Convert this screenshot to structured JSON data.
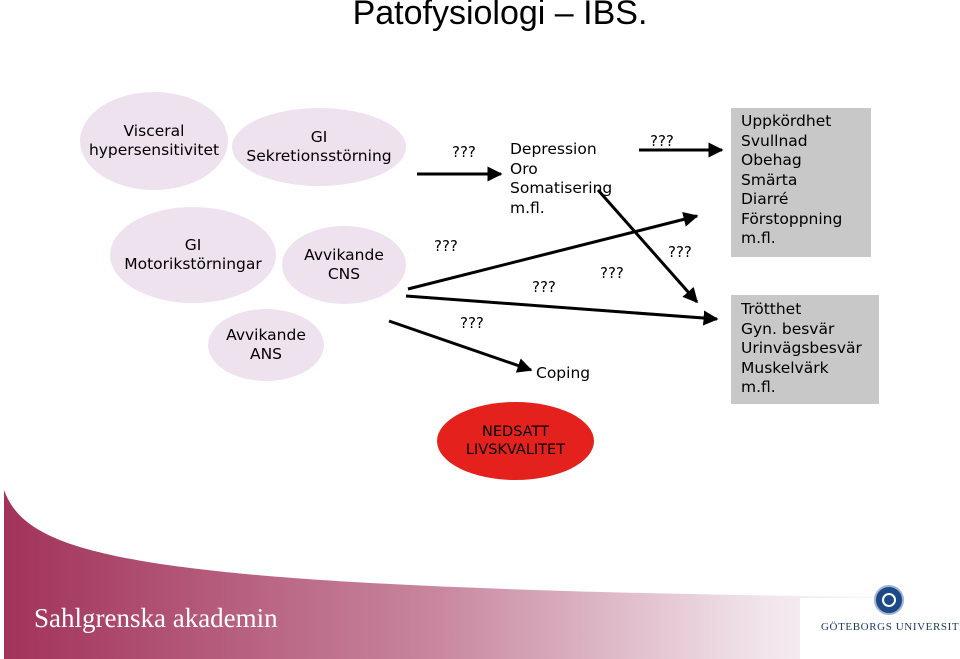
{
  "title": "Patofysiologi – IBS.",
  "factors": {
    "visceral": "Visceral\nhypersensitivitet",
    "gi_secretion": "GI\nSekretionsstörning",
    "gi_motor": "GI\nMotorikstörningar",
    "cns": "Avvikande\nCNS",
    "ans": "Avvikande\nANS"
  },
  "unknown_marks": [
    "???",
    "???",
    "???",
    "???",
    "???",
    "???",
    "???"
  ],
  "psych_text": "Depression\nOro\nSomatisering\nm.fl.",
  "coping_label": "Coping",
  "gi_symptoms": [
    "Uppkördhet",
    "Svullnad",
    "Obehag",
    "Smärta",
    "Diarré",
    "Förstoppning",
    "m.fl."
  ],
  "extra_symptoms": [
    "Trötthet",
    "Gyn. besvär",
    "Urinvägsbesvär",
    "Muskelvärk",
    "m.fl."
  ],
  "outcome": "NEDSATT\nLIVSKVALITET",
  "footer": {
    "brand": "Sahlgrenska akademin",
    "university": "GÖTEBORGS UNIVERSITET"
  },
  "colors": {
    "ellipse_fill": "#efe2ef",
    "box_fill": "#c8c8c8",
    "outcome_fill": "#e4211c",
    "footer_purple": "#a2325a",
    "university_blue": "#1c3a63"
  }
}
